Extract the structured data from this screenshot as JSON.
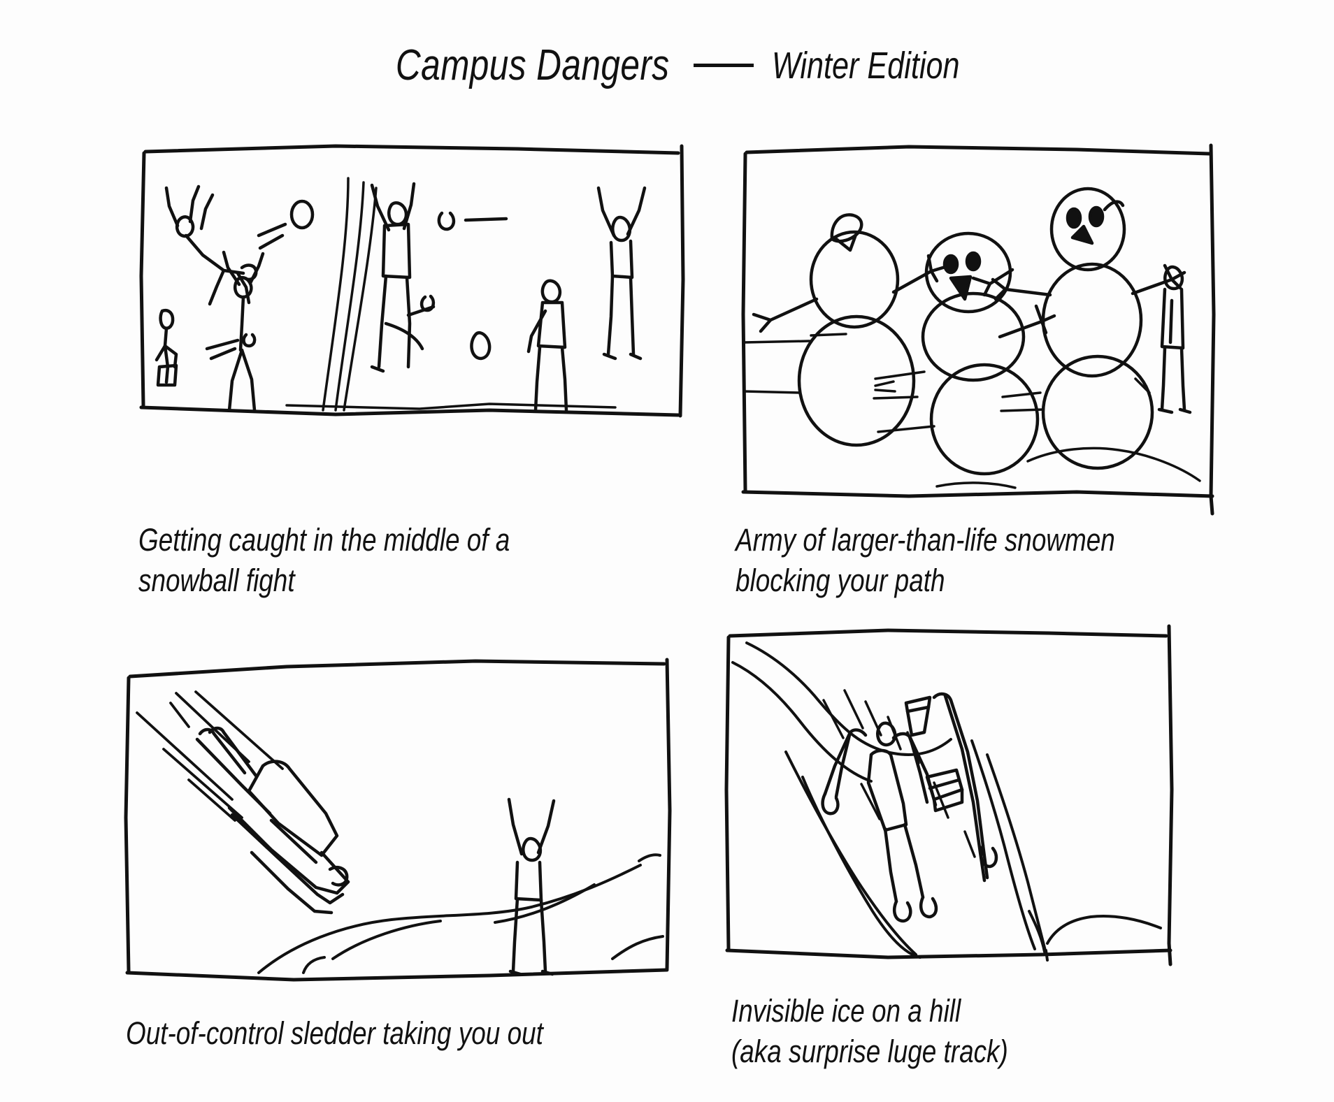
{
  "header": {
    "title_main": "Campus Dangers",
    "separator": "dash-rule",
    "title_sub": "Winter Edition"
  },
  "panels": [
    {
      "id": "panel-1",
      "position": "top-left",
      "caption": "Getting caught in the middle of a\nsnowball fight",
      "scene": "snowball-fight",
      "elements": [
        "stick-figure-small-left",
        "stick-figure-arms-up-thrower",
        "stick-figure-falling-backwards",
        "stick-figure-center-standing",
        "stick-figure-walking",
        "stick-figure-arms-up-right",
        "snowball-with-motion-trail",
        "snowball-with-motion-trail",
        "snowball-with-motion-trail",
        "snowball-with-motion-trail",
        "path-lines"
      ]
    },
    {
      "id": "panel-2",
      "position": "top-right",
      "caption": "Army of larger-than-life snowmen\nblocking your path",
      "scene": "giant-snowmen",
      "elements": [
        "snowman-left",
        "snowman-center",
        "snowman-right-tall",
        "stick-figure-person-small",
        "snow-ground-line"
      ]
    },
    {
      "id": "panel-3",
      "position": "bottom-left",
      "caption": "Out-of-control sledder taking you out",
      "scene": "runaway-sled",
      "elements": [
        "sled-with-rider",
        "speed-lines",
        "stick-figure-arms-up-victim",
        "hill-slope-line"
      ]
    },
    {
      "id": "panel-4",
      "position": "bottom-right",
      "caption": "Invisible ice on a hill\n(aka surprise luge track)",
      "scene": "icy-hill-slide",
      "elements": [
        "person-sliding-on-back",
        "flying-coffee-cup",
        "flying-book",
        "flying-bag",
        "hill-ridge-lines",
        "ice-streak-lines"
      ]
    }
  ],
  "style": {
    "ink_color": "#111111",
    "paper_color": "#fdfdfd"
  }
}
